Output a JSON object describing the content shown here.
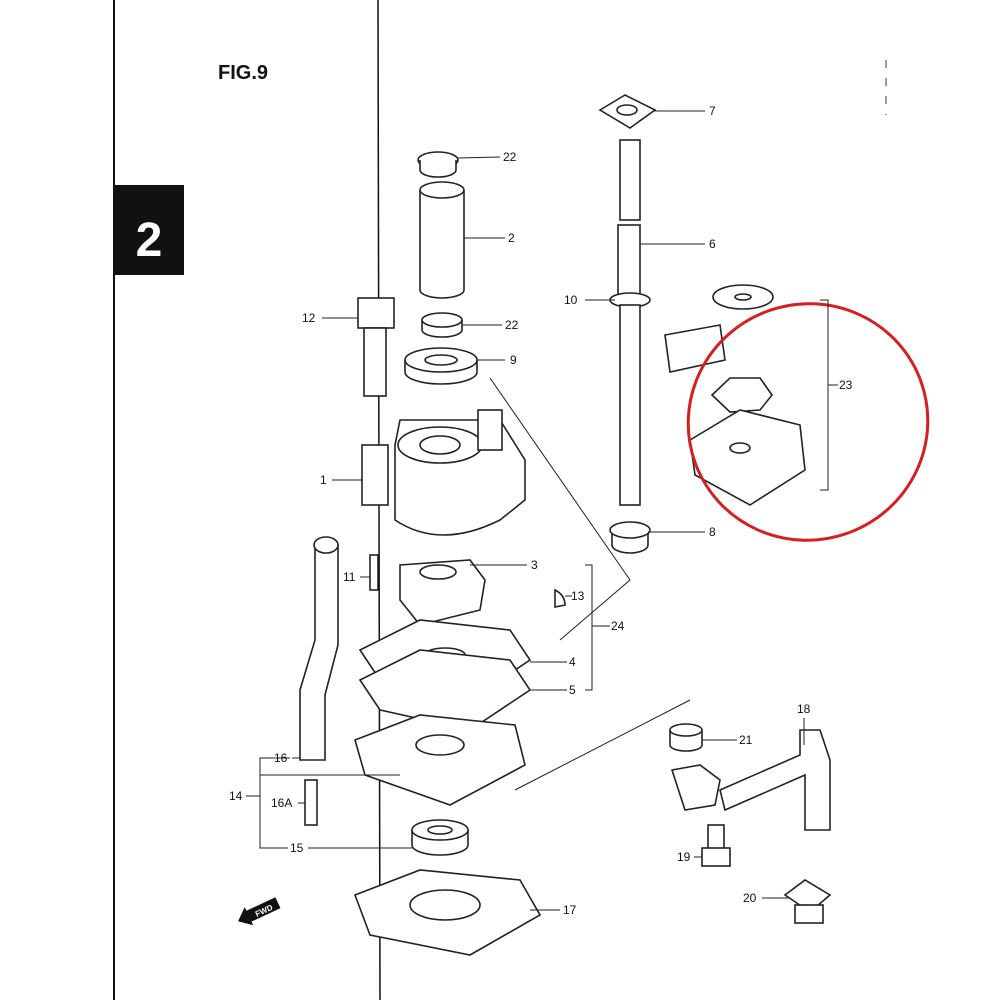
{
  "figure": {
    "title": "FIG.9",
    "section_tab": "2",
    "fwd_marker": "FWD"
  },
  "callouts": {
    "c22a": "22",
    "c2": "2",
    "c7": "7",
    "c6": "6",
    "c10": "10",
    "c12": "12",
    "c22b": "22",
    "c9": "9",
    "c23": "23",
    "c1": "1",
    "c8": "8",
    "c3": "3",
    "c11": "11",
    "c13": "13",
    "c24": "24",
    "c4": "4",
    "c5": "5",
    "c18": "18",
    "c21": "21",
    "c16": "16",
    "c14": "14",
    "c16a": "16A",
    "c15": "15",
    "c19": "19",
    "c20": "20",
    "c17": "17"
  },
  "colors": {
    "highlight": "#d42020",
    "ink": "#111111"
  }
}
